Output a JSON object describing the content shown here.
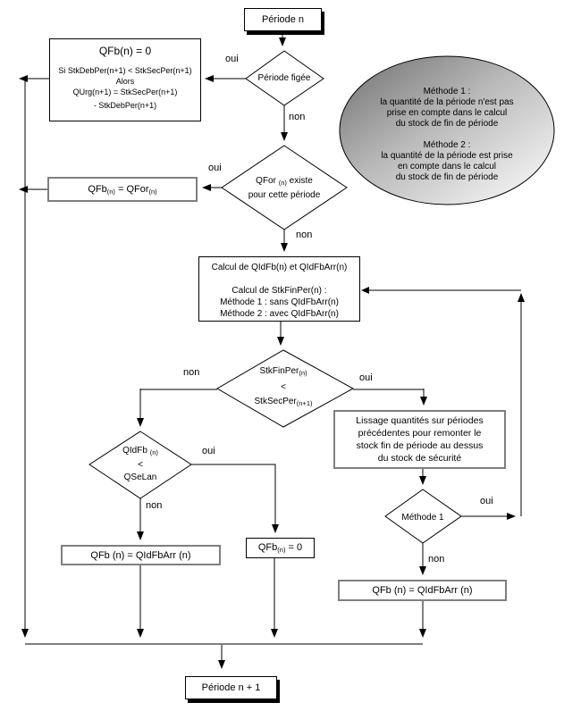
{
  "nodes": {
    "period_n": {
      "label": "Période n"
    },
    "topleft_box": {
      "title": "QFb(n) = 0",
      "lines": [
        "Si StkDebPer(n+1) < StkSecPer(n+1)",
        "Alors",
        "QUrg(n+1) = StkSecPer(n+1)",
        "- StkDebPer(n+1)"
      ]
    },
    "period_figee": {
      "label": "Période figée"
    },
    "qfor_result": {
      "parts": [
        "QFb",
        "(n)",
        " = QFor",
        "(n)"
      ]
    },
    "qfor_diamond": {
      "line1": [
        "QFor ",
        "(n)",
        " existe"
      ],
      "line2": "pour cette période"
    },
    "note_ellipse": {
      "lines": [
        "Méthode 1 :",
        "la quantité de la période n'est pas",
        "prise en compte dans le calcul",
        "du stock de fin de période",
        "",
        "Méthode 2 :",
        "la quantité de la période est prise",
        "en compte dans le calcul",
        "du stock de fin de période"
      ]
    },
    "calc_box": {
      "lines": [
        "Calcul de QIdFb(n) et QIdFbArr(n)",
        "",
        "Calcul de StkFinPer(n) :",
        "Méthode 1 : sans QIdFbArr(n)",
        "Méthode 2 : avec QIdFbArr(n)"
      ]
    },
    "stkfinper_diamond": {
      "line1": [
        "StkFinPer",
        "(n)"
      ],
      "line2": "<",
      "line3": [
        "StkSecPer",
        "(n+1)"
      ]
    },
    "qidfb_diamond": {
      "line1": [
        "QIdFb ",
        "(n)"
      ],
      "line2": "<",
      "line3": "QSeLan"
    },
    "lissage_box": {
      "lines": [
        "Lissage quantités sur périodes",
        "précédentes pour remonter le",
        "stock fin de période au dessus",
        "du stock de sécurité"
      ]
    },
    "methode1_diamond": {
      "label": "Méthode 1"
    },
    "left_qfb_box": {
      "label": "QFb (n) = QIdFbArr (n)"
    },
    "qfb_zero_box": {
      "parts": [
        "QFb",
        "(n)",
        " = 0"
      ]
    },
    "right_qfb_box": {
      "label": "QFb (n) = QIdFbArr (n)"
    },
    "period_n1": {
      "label": "Période n + 1"
    }
  },
  "labels": {
    "figee_oui": "oui",
    "figee_non": "non",
    "qfor_oui": "oui",
    "qfor_non": "non",
    "stk_oui": "oui",
    "stk_non": "non",
    "qidfb_oui": "oui",
    "qidfb_non": "non",
    "m1_oui": "oui",
    "m1_non": "non"
  },
  "colors": {
    "line": "#000000",
    "gray_line": "#7f7f7f",
    "ellipse_dark": "#6f6f6f",
    "ellipse_light": "#ffffff"
  }
}
